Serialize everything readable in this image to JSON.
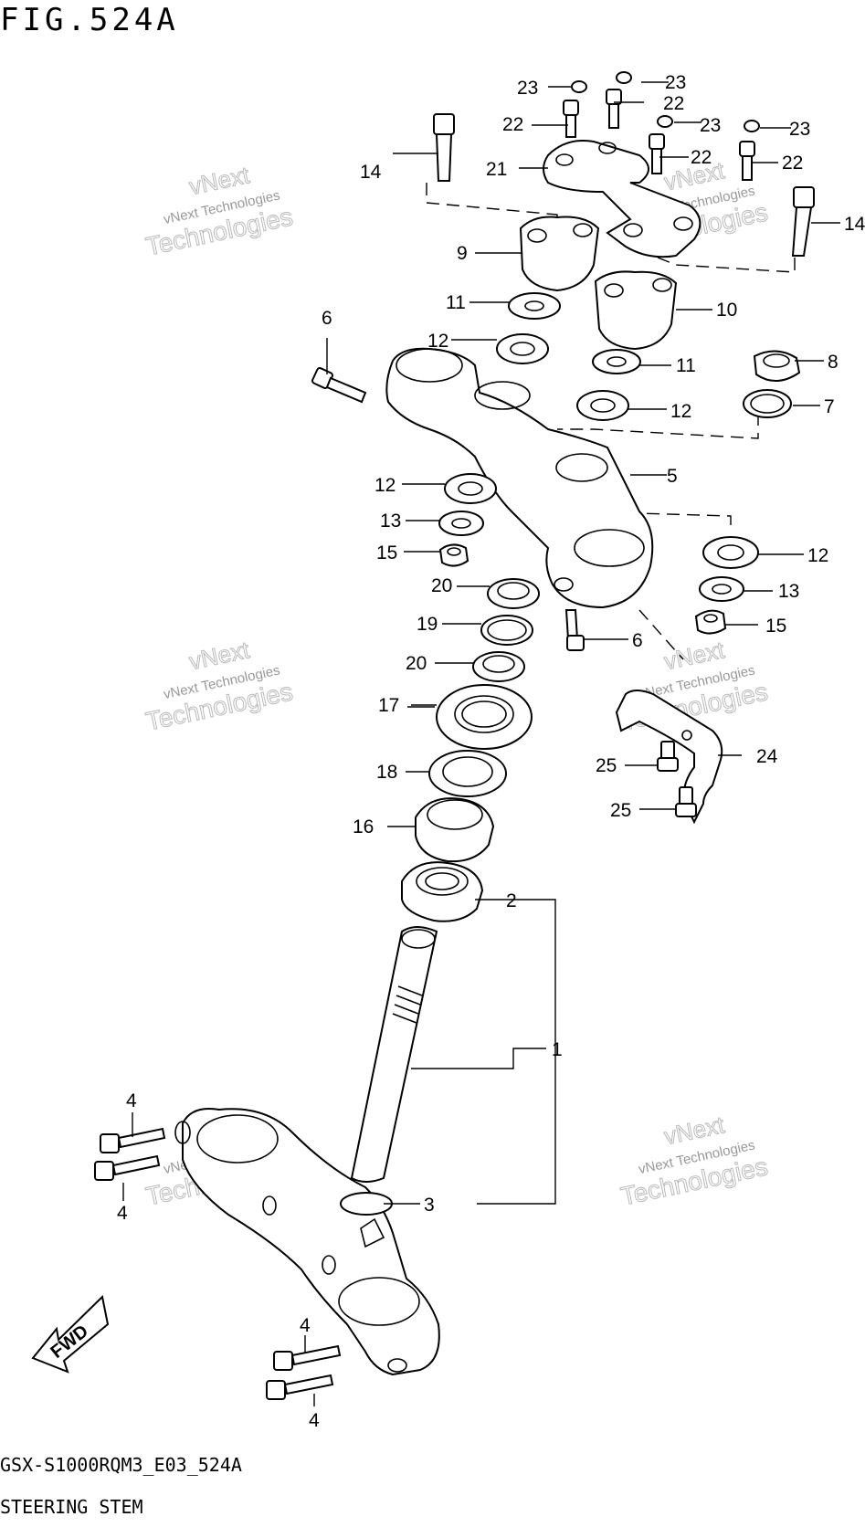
{
  "figure": {
    "title": "FIG.524A",
    "code": "GSX-S1000RQM3_E03_524A",
    "name": "STEERING STEM"
  },
  "watermarks": [
    {
      "small": "vNext Technologies",
      "large_top": "vNext",
      "large_bottom": "Technologies"
    },
    {
      "small": "vNext Technologies",
      "large_top": "vNext",
      "large_bottom": "Technologies"
    },
    {
      "small": "vNext Technologies",
      "large_top": "vNext",
      "large_bottom": "Technologies"
    },
    {
      "small": "vNext Technologies",
      "large_top": "vNext",
      "large_bottom": "Technologies"
    },
    {
      "small": "vNext Technologies",
      "large_top": "vNext",
      "large_bottom": "Technologies"
    }
  ],
  "fwd_label": "FWD",
  "callouts": {
    "c1": "1",
    "c2": "2",
    "c3": "3",
    "c4a": "4",
    "c4b": "4",
    "c4c": "4",
    "c4d": "4",
    "c5": "5",
    "c6a": "6",
    "c6b": "6",
    "c7": "7",
    "c8": "8",
    "c9": "9",
    "c10": "10",
    "c11a": "11",
    "c11b": "11",
    "c12a": "12",
    "c12b": "12",
    "c12c": "12",
    "c12d": "12",
    "c13a": "13",
    "c13b": "13",
    "c14a": "14",
    "c14b": "14",
    "c15a": "15",
    "c15b": "15",
    "c16": "16",
    "c17": "17",
    "c18": "18",
    "c19": "19",
    "c20a": "20",
    "c20b": "20",
    "c21": "21",
    "c22a": "22",
    "c22b": "22",
    "c22c": "22",
    "c22d": "22",
    "c23a": "23",
    "c23b": "23",
    "c23c": "23",
    "c23d": "23",
    "c24": "24",
    "c25a": "25",
    "c25b": "25"
  }
}
